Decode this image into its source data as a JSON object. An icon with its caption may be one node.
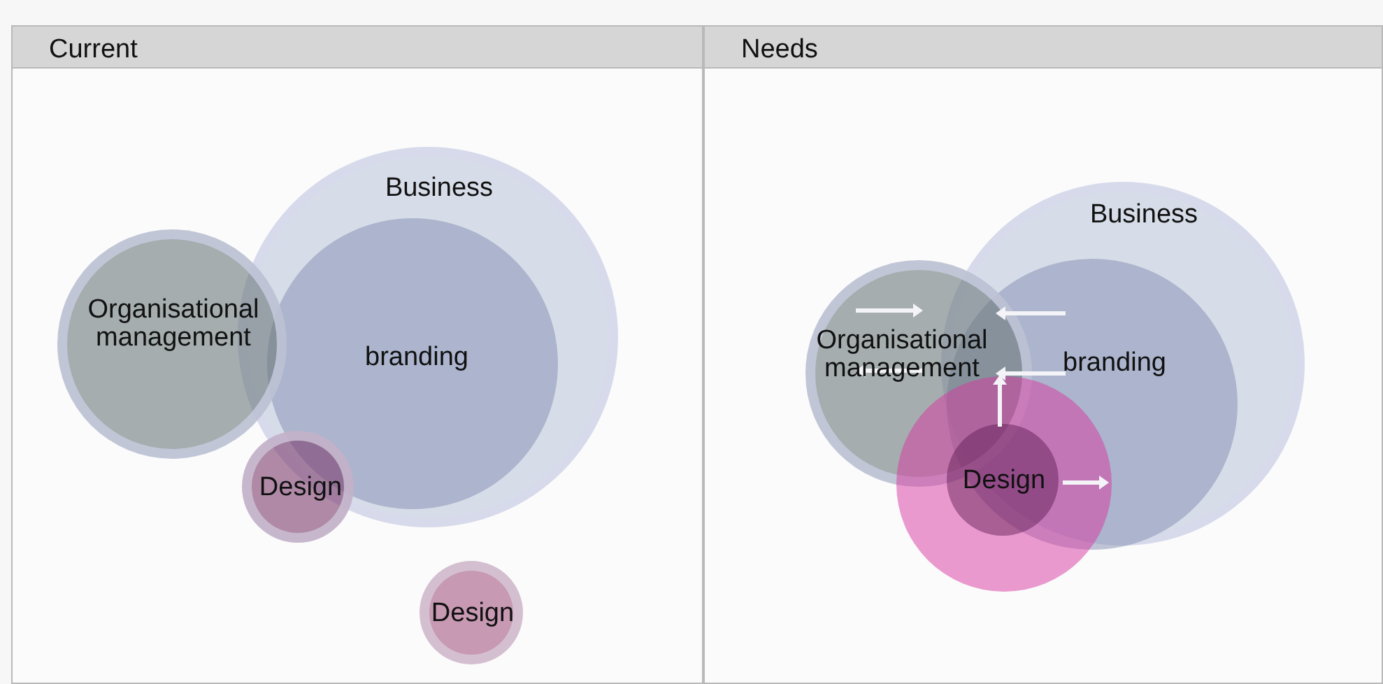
{
  "diagram": {
    "nodes": [
      {
        "text": [
          "Current"
        ]
      },
      {
        "text": [
          "Business"
        ],
        "in": 0
      },
      {
        "text": [
          "branding"
        ],
        "in": 1
      },
      {
        "text": [
          "Organisational management"
        ],
        "in": 0
      },
      {
        "text": [
          "Design"
        ],
        "in": 0
      },
      {
        "text": [
          "Design"
        ],
        "in": 0
      },
      {
        "text": [
          "Needs"
        ]
      },
      {
        "text": [
          "Business"
        ],
        "in": 6
      },
      {
        "text": [
          "branding"
        ],
        "in": 7
      },
      {
        "text": [
          "Organisational management"
        ],
        "in": 6
      },
      {
        "text": [],
        "shape": "circle",
        "in": 6
      },
      {
        "text": [
          "Design"
        ]
      }
    ]
  }
}
